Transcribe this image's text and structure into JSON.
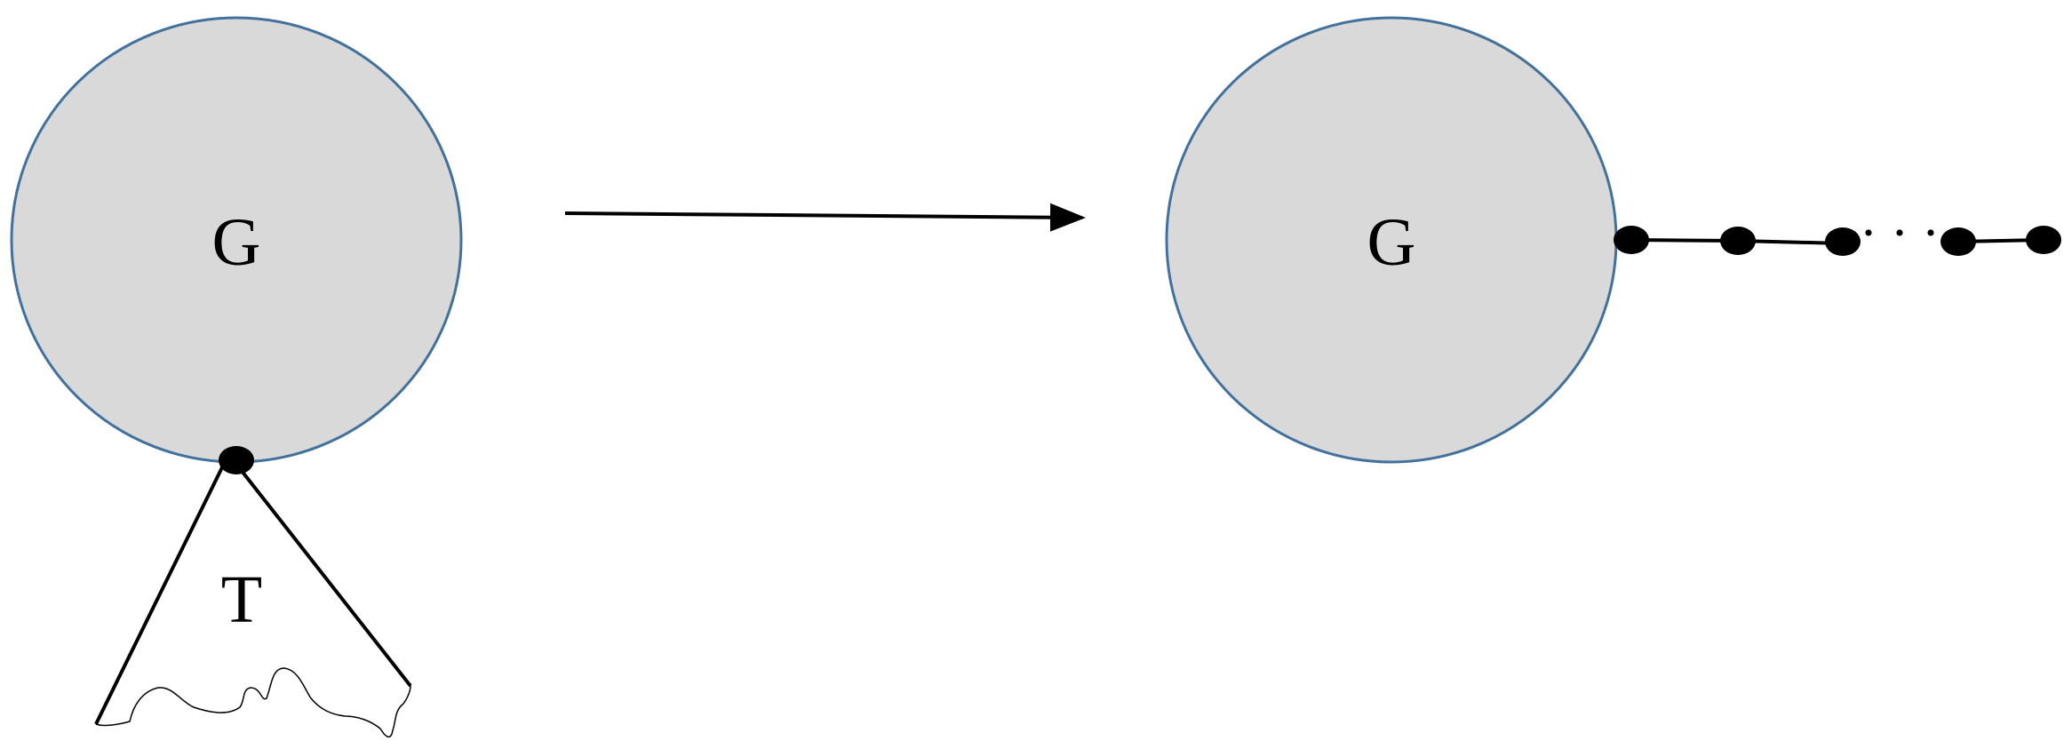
{
  "left_graph": {
    "blob_label": "G",
    "tree_label": "T"
  },
  "right_graph": {
    "blob_label": "G",
    "path_ellipsis": "· · ·"
  },
  "colors": {
    "blob_fill": "#d9d9d9",
    "blob_stroke": "#41719c",
    "ink": "#000000"
  }
}
